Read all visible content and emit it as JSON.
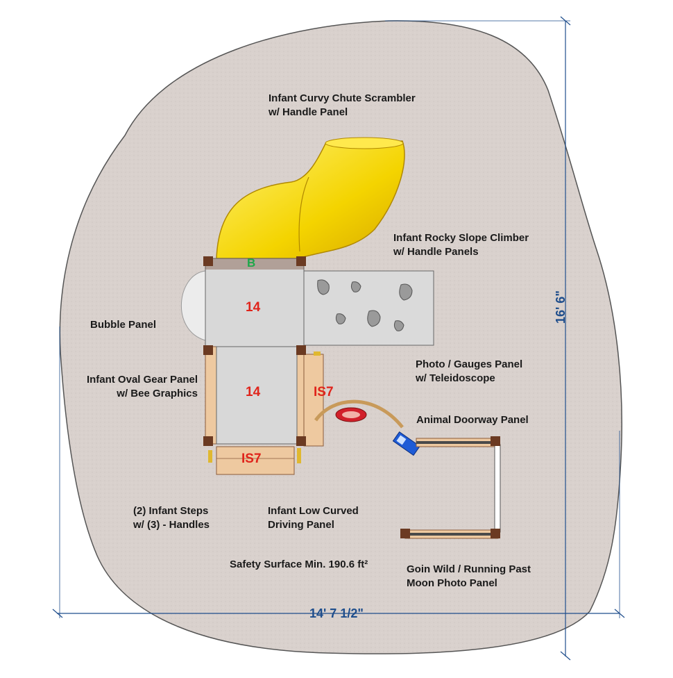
{
  "colors": {
    "surface": "#d9d1cd",
    "surface_edge": "#555555",
    "deck": "#d8d8d8",
    "slide": "#f4d400",
    "wood": "#eec9a0",
    "post": "#6b3a22",
    "dimension": "#1f4e8c",
    "deck_number": "#e0241b",
    "deck_letter": "#1fa84a"
  },
  "labels": {
    "chute": [
      "Infant Curvy Chute Scrambler",
      "w/ Handle Panel"
    ],
    "rocky": [
      "Infant Rocky Slope Climber",
      "w/ Handle Panels"
    ],
    "bubble": [
      "Bubble Panel"
    ],
    "oval_gear": [
      "Infant Oval Gear Panel",
      "w/ Bee Graphics"
    ],
    "photo_gauges": [
      "Photo / Gauges Panel",
      "w/ Teleidoscope"
    ],
    "animal_door": [
      "Animal Doorway Panel"
    ],
    "steps": [
      "(2) Infant Steps",
      "w/ (3) - Handles"
    ],
    "driving": [
      "Infant Low Curved",
      "Driving Panel"
    ],
    "safety": "Safety Surface Min. 190.6 ft²",
    "goin_wild": [
      "Goin Wild / Running Past",
      "Moon Photo Panel"
    ]
  },
  "deck_labels": {
    "upper_deck": "14",
    "lower_deck": "14",
    "step_right": "IS7",
    "step_bottom": "IS7",
    "letter": "B"
  },
  "dimensions": {
    "height": "16' 6\"",
    "width": "14' 7 1/2\""
  }
}
